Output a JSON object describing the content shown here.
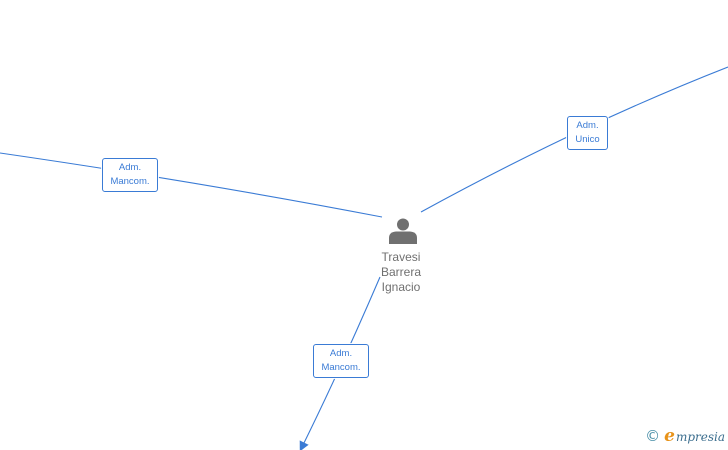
{
  "colors": {
    "edge": "#3a7bd5",
    "person_icon": "#707070",
    "brand_orange": "#e8931a",
    "brand_blue": "#3d6f8f"
  },
  "person": {
    "icon": "person-icon",
    "name_lines": [
      "Travesi",
      "Barrera",
      "Ignacio"
    ]
  },
  "edges": [
    {
      "id": "left",
      "label_lines": [
        "Adm.",
        "Mancom."
      ]
    },
    {
      "id": "top-right",
      "label_lines": [
        "Adm.",
        "Unico"
      ]
    },
    {
      "id": "bottom",
      "label_lines": [
        "Adm.",
        "Mancom."
      ]
    }
  ],
  "watermark": {
    "copyright_symbol": "©",
    "brand_initial": "e",
    "brand_rest": "mpresia"
  }
}
